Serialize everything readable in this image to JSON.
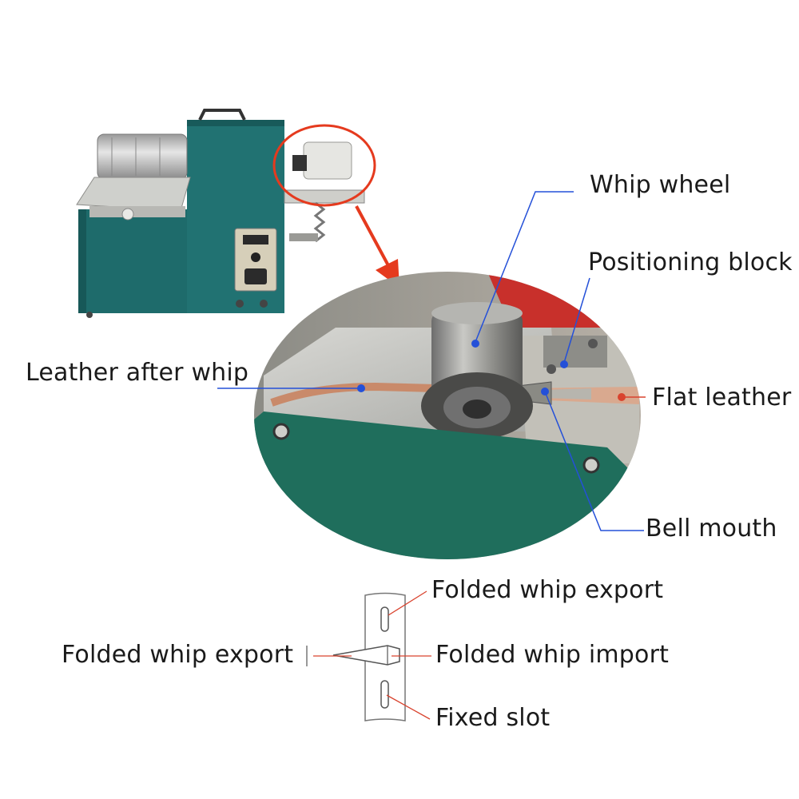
{
  "labels": {
    "whip_wheel": "Whip wheel",
    "positioning_block": "Positioning block",
    "leather_after_whip": "Leather after whip",
    "flat_leather": "Flat leather",
    "bell_mouth": "Bell mouth",
    "folded_whip_export_top": "Folded whip export",
    "folded_whip_export_left": "Folded whip export",
    "folded_whip_import": "Folded whip import",
    "fixed_slot": "Fixed slot"
  },
  "colors": {
    "machine_body": "#1e6b6b",
    "closeup_body": "#1f6e5c",
    "highlight_red": "#e53a1e",
    "blue_leader": "#2450d8",
    "red_leader": "#d9432e",
    "leather": "#c98a6a"
  }
}
